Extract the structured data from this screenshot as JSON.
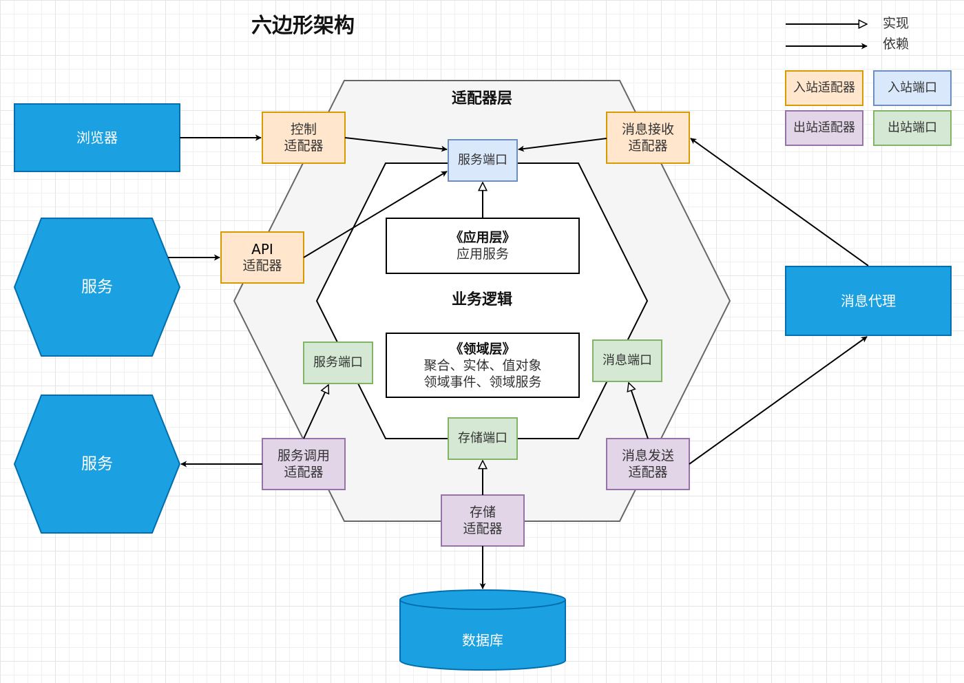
{
  "title": "六边形架构",
  "legend": {
    "implements": "实现",
    "depends": "依赖",
    "inbound_adapter": "入站适配器",
    "inbound_port": "入站端口",
    "outbound_adapter": "出站适配器",
    "outbound_port": "出站端口"
  },
  "layers": {
    "adapter_layer": "适配器层",
    "business_logic": "业务逻辑"
  },
  "app_layer": {
    "title": "《应用层》",
    "body": "应用服务"
  },
  "domain_layer": {
    "title": "《领域层》",
    "lines": [
      "聚合、实体、值对象",
      "领域事件、领域服务"
    ]
  },
  "external": {
    "browser": "浏览器",
    "service_top": "服务",
    "service_bottom": "服务",
    "message_broker": "消息代理",
    "database": "数据库"
  },
  "adapters": {
    "control": [
      "控制",
      "适配器"
    ],
    "api": [
      "API",
      "适配器"
    ],
    "msg_receive": [
      "消息接收",
      "适配器"
    ],
    "service_call": [
      "服务调用",
      "适配器"
    ],
    "msg_send": [
      "消息发送",
      "适配器"
    ],
    "storage": [
      "存储",
      "适配器"
    ]
  },
  "ports": {
    "service_in": "服务端口",
    "service_out": "服务端口",
    "message_out": "消息端口",
    "storage_out": "存储端口"
  },
  "colors": {
    "inbound_adapter_fill": "#ffe6cc",
    "inbound_adapter_stroke": "#d79b00",
    "inbound_port_fill": "#dae8fc",
    "inbound_port_stroke": "#6c8ebf",
    "outbound_adapter_fill": "#e1d5e7",
    "outbound_adapter_stroke": "#9673a6",
    "outbound_port_fill": "#d5e8d4",
    "outbound_port_stroke": "#82b366",
    "external_fill": "#1ba1e2",
    "external_stroke": "#006eaf",
    "hexagon_fill": "#f5f5f5",
    "hexagon_stroke": "#666666"
  }
}
